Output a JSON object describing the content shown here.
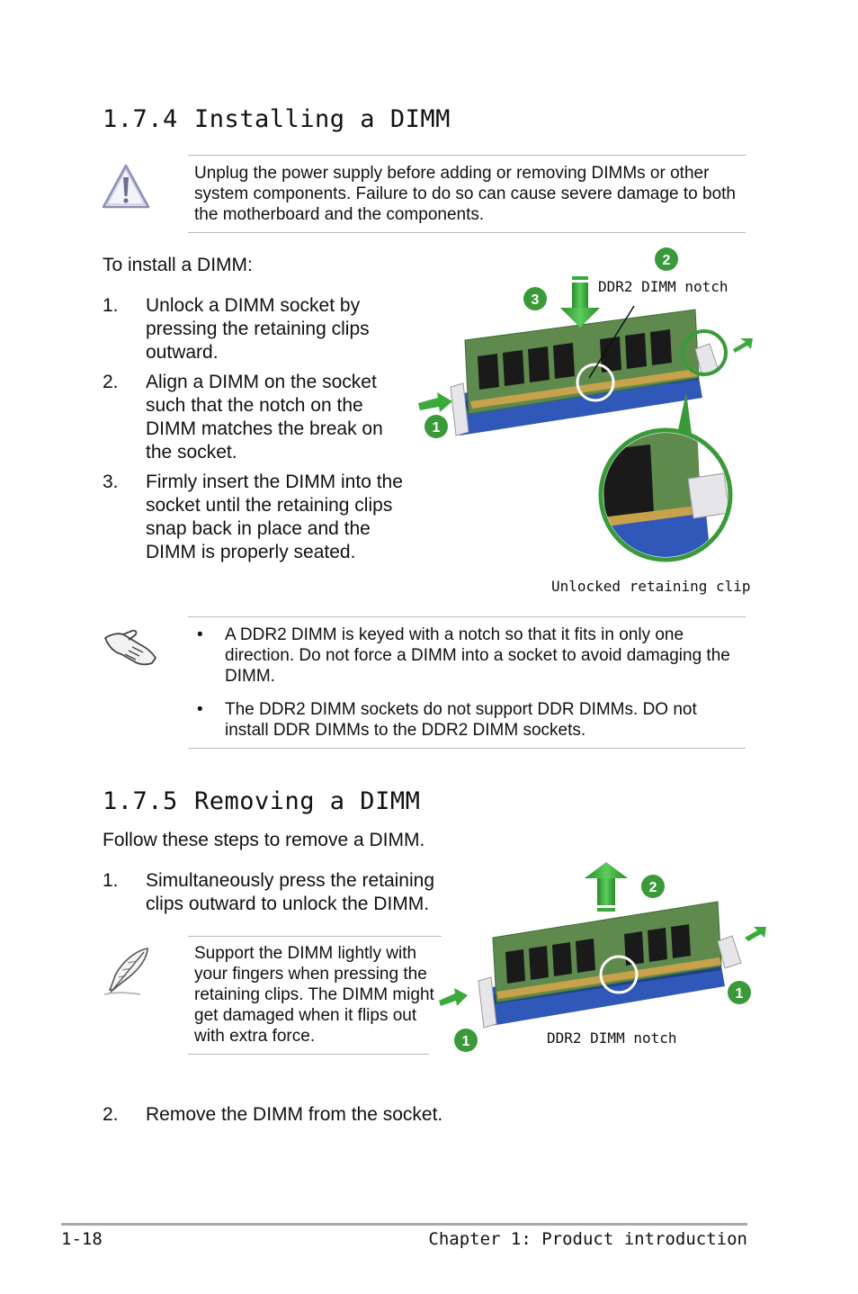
{
  "install": {
    "heading_number": "1.7.4",
    "heading_text": "Installing a DIMM",
    "warning_text": "Unplug the power supply before adding or removing DIMMs or other system components. Failure to do so can cause severe damage to both the motherboard and the components.",
    "intro": "To install a DIMM:",
    "steps": [
      {
        "num": "1.",
        "text": "Unlock a DIMM socket by pressing the retaining clips outward."
      },
      {
        "num": "2.",
        "text": "Align a DIMM on the socket such that the notch on the DIMM matches the break on the socket."
      },
      {
        "num": "3.",
        "text": "Firmly insert the DIMM into the socket until the retaining clips snap back in place and the DIMM is properly seated."
      }
    ],
    "figure": {
      "notch_label": "DDR2 DIMM notch",
      "clip_label": "Unlocked retaining clip",
      "badges": [
        "1",
        "2",
        "3"
      ]
    },
    "notes": [
      "A DDR2 DIMM is keyed with a notch so that it fits in only one direction. Do not force a DIMM into a socket to avoid damaging the DIMM.",
      "The DDR2 DIMM sockets do not support DDR DIMMs. DO not install DDR DIMMs to the DDR2 DIMM sockets."
    ],
    "bullet": "•"
  },
  "remove": {
    "heading_number": "1.7.5",
    "heading_text": "Removing a DIMM",
    "intro": "Follow these steps to remove a DIMM.",
    "step1": {
      "num": "1.",
      "text": "Simultaneously press the retaining clips outward to unlock the DIMM."
    },
    "note": "Support the DIMM lightly with your fingers when pressing the retaining clips. The DIMM might get damaged when it flips out with extra force.",
    "step2": {
      "num": "2.",
      "text": "Remove the DIMM from the socket."
    },
    "figure": {
      "notch_label": "DDR2 DIMM notch",
      "badges": [
        "2",
        "1",
        "1"
      ]
    }
  },
  "footer": {
    "page_number": "1-18",
    "chapter": "Chapter 1: Product introduction"
  },
  "icons": {
    "warning": "warning-triangle-icon",
    "hand": "pointing-hand-icon",
    "feather": "feather-pen-icon"
  },
  "colors": {
    "badge_green": "#3a9a3a",
    "socket_blue": "#2f58b8",
    "pcb_green": "#5f8a4e"
  }
}
